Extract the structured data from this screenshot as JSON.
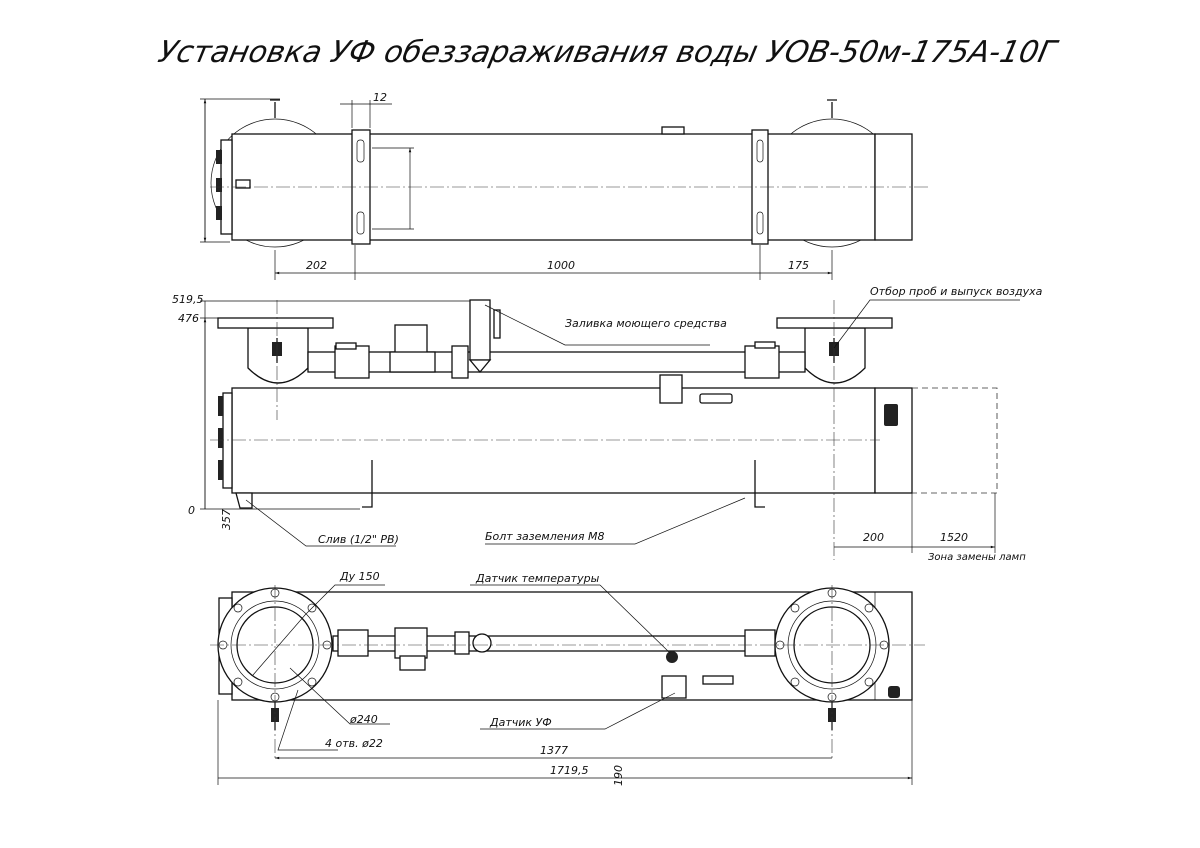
{
  "title": "Установка УФ обеззараживания воды УОВ-50м-175А-10Г",
  "top_view": {
    "dim_band_width": "12",
    "dim_height": "357",
    "dim_band_span": "190",
    "dim_left": "202",
    "dim_middle": "1000",
    "dim_right": "175"
  },
  "front_view": {
    "dim_top": "519,5",
    "dim_flange": "476",
    "dim_zero": "0",
    "dim_end": "200",
    "dim_lamp_zone": "1520",
    "lamp_zone_label": "Зона замены ламп",
    "labels": {
      "detergent_fill": "Заливка моющего средства",
      "sampling": "Отбор проб и выпуск воздуха",
      "drain": "Слив (1/2\" РВ)",
      "ground_bolt": "Болт заземления М8"
    }
  },
  "plan_view": {
    "nominal_diameter": "Ду 150",
    "temp_sensor": "Датчик температуры",
    "bolt_circle": "ø240",
    "holes": "4 отв. ø22",
    "uv_sensor": "Датчик УФ",
    "dim_flange_centers": "1377",
    "dim_overall": "1719,5"
  }
}
